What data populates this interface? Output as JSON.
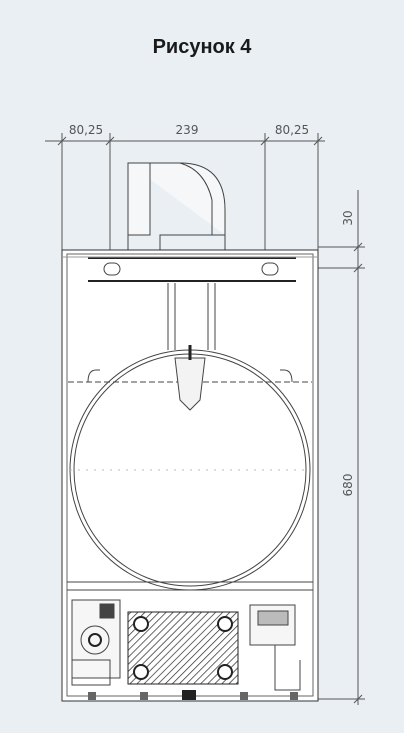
{
  "figure": {
    "title": "Рисунок 4"
  },
  "dimensions": {
    "left_offset": "80,25",
    "center_width": "239",
    "right_offset": "80,25",
    "top_offset": "30",
    "body_height": "680"
  }
}
